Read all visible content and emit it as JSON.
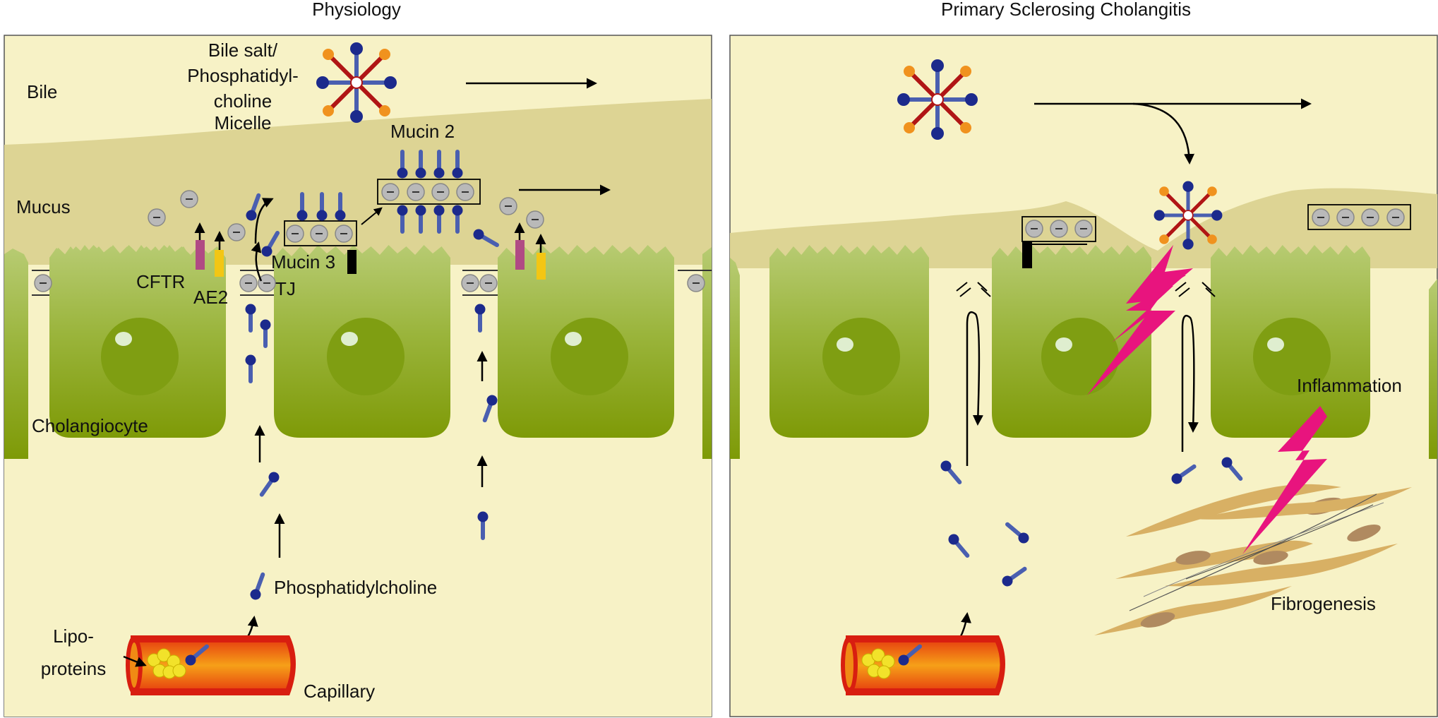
{
  "panels": {
    "left_title": "Physiology",
    "right_title": "Primary Sclerosing Cholangitis"
  },
  "labels": {
    "bile": "Bile",
    "micelle_line1": "Bile salt/",
    "micelle_line2": "Phosphatidyl-",
    "micelle_line3": "choline",
    "micelle_line4": "Micelle",
    "mucus": "Mucus",
    "mucin2": "Mucin 2",
    "mucin3": "Mucin 3",
    "cftr": "CFTR",
    "ae2": "AE2",
    "tj": "TJ",
    "cholangiocyte": "Cholangiocyte",
    "phosphatidylcholine": "Phosphatidylcholine",
    "lipo_line1": "Lipo-",
    "lipo_line2": "proteins",
    "capillary": "Capillary",
    "inflammation": "Inflammation",
    "fibrogenesis": "Fibrogenesis"
  },
  "symbols": {
    "charge": "−"
  },
  "colors": {
    "bile_bg": "#f7f2c6",
    "mucus": "#ddd494",
    "cell_top": "#b7cb72",
    "cell_bottom": "#7e9a07",
    "nucleus": "#7f9e12",
    "lipid_head": "#1c2a8c",
    "lipid_tail": "#4a5fb0",
    "micelle_red": "#b01515",
    "micelle_orange": "#f0921e",
    "cftr": "#b04a84",
    "ae2": "#f3c614",
    "lightning": "#e8147e",
    "fibroblast": "#d8b064",
    "vessel_outer": "#d81e10",
    "vessel_inner": "#f08a14",
    "lipoprotein": "#f2e22a"
  },
  "icons": [
    "micelle-icon",
    "lipid-icon",
    "charge-bead-icon",
    "lightning-icon",
    "fibroblast-icon",
    "capillary-icon",
    "lipoprotein-icon"
  ]
}
